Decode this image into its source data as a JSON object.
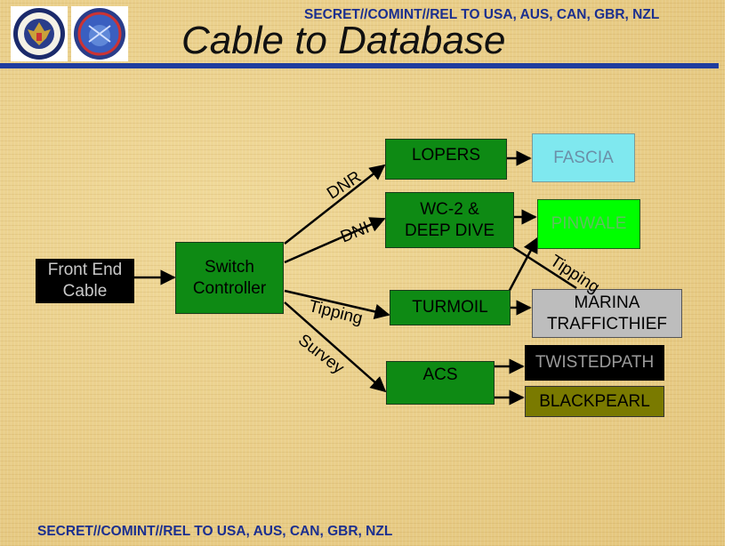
{
  "header": {
    "classification": "SECRET//COMINT//REL TO USA, AUS, CAN, GBR, NZL",
    "title": "Cable to Database",
    "logos": [
      "nsa-seal-icon",
      "operations-seal-icon"
    ]
  },
  "footer": {
    "classification": "SECRET//COMINT//REL TO USA, AUS, CAN, GBR, NZL"
  },
  "nodes": {
    "front_end": "Front End\nCable",
    "switch": "Switch\nController",
    "lopers": "LOPERS",
    "wc2": "WC-2 &\nDEEP DIVE",
    "turmoil": "TURMOIL",
    "acs": "ACS",
    "fascia": "FASCIA",
    "pinwale": "PINWALE",
    "marina": "MARINA\nTRAFFICTHIEF",
    "twistedpath": "TWISTEDPATH",
    "blackpearl": "BLACKPEARL"
  },
  "edge_labels": {
    "dnr": "DNR",
    "dni": "DNI",
    "tipping_lower": "Tipping",
    "survey": "Survey",
    "tipping_upper": "Tipping"
  },
  "colors": {
    "primary_green": "#0e8a14",
    "fascia": "#7fe8ef",
    "pinwale": "#00ff00",
    "marina": "#bdbdbd",
    "twistedpath": "#000000",
    "blackpearl": "#7a7a00",
    "banner": "#1b2f8f"
  }
}
